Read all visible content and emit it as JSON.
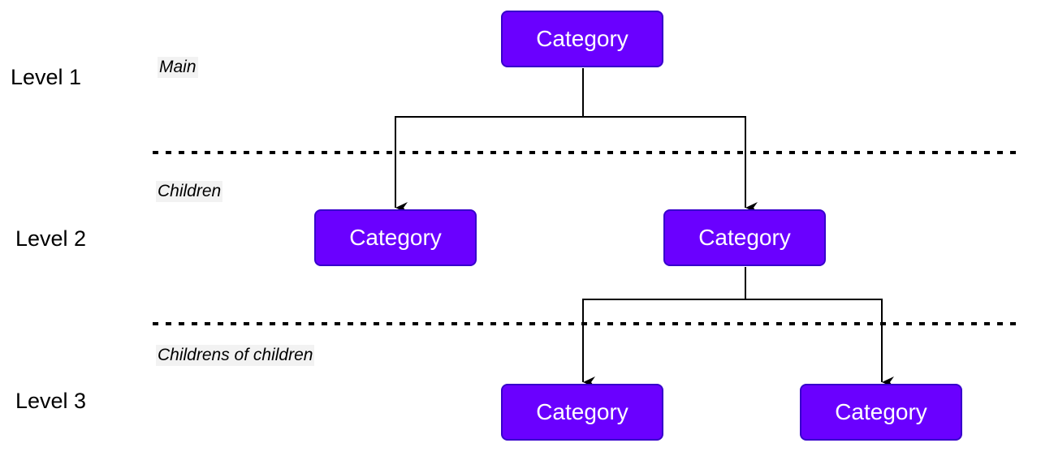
{
  "levels": {
    "level1": "Level 1",
    "level2": "Level 2",
    "level3": "Level 3"
  },
  "tags": {
    "main": "Main",
    "children": "Children",
    "grandchildren": "Childrens of children"
  },
  "nodes": {
    "root": "Category",
    "child_left": "Category",
    "child_right": "Category",
    "grandchild_left": "Category",
    "grandchild_right": "Category"
  },
  "colors": {
    "node_fill": "#6a00ff",
    "node_border": "#3700cc",
    "node_text": "#ffffff",
    "tag_background": "#f2f2f2",
    "connector": "#000000"
  }
}
